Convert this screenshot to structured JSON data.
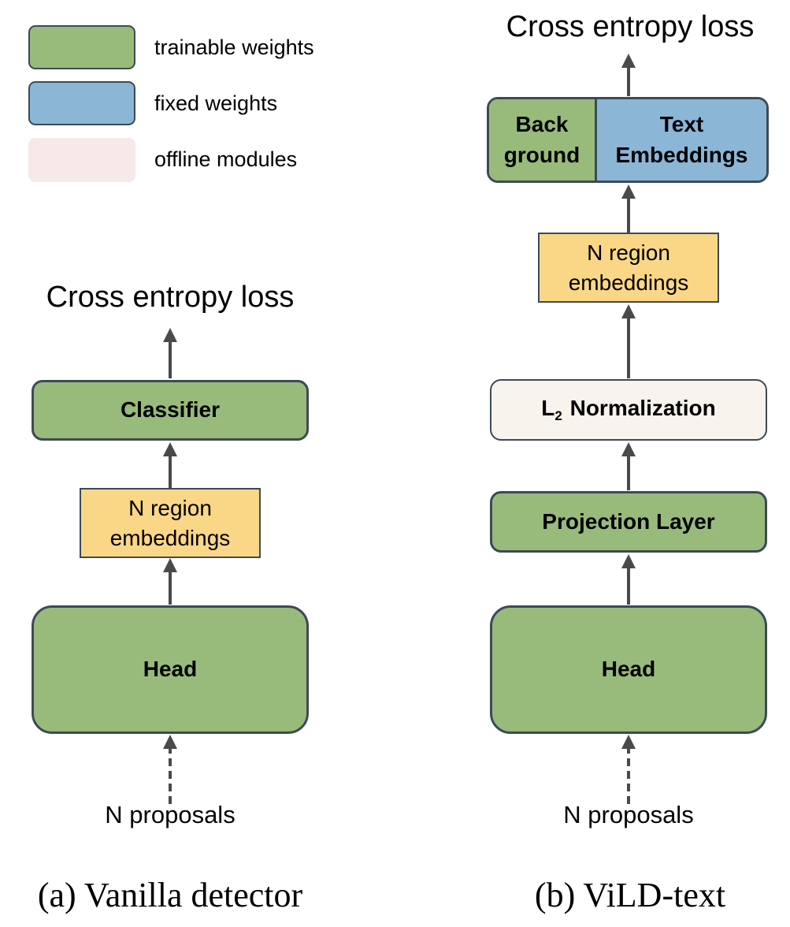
{
  "colors": {
    "trainable": "#98bb7b",
    "fixed": "#8bb6d6",
    "offline": "#f6e9e7",
    "embedding": "#fad787",
    "normalization": "#f8f3ec",
    "border": "#3c4a57",
    "arrow": "#4a4a4a"
  },
  "legend": {
    "trainable_label": "trainable weights",
    "fixed_label": "fixed weights",
    "offline_label": "offline modules"
  },
  "panel_a": {
    "loss_label": "Cross entropy loss",
    "classifier_label": "Classifier",
    "embeddings_line1": "N region",
    "embeddings_line2": "embeddings",
    "head_label": "Head",
    "proposals_label": "N proposals",
    "caption": "(a) Vanilla detector"
  },
  "panel_b": {
    "loss_label": "Cross entropy loss",
    "background_line1": "Back",
    "background_line2": "ground",
    "text_embeddings_line1": "Text",
    "text_embeddings_line2": "Embeddings",
    "embeddings_line1": "N region",
    "embeddings_line2": "embeddings",
    "normalization_prefix": "L",
    "normalization_subscript": "2",
    "normalization_label": "Normalization",
    "projection_label": "Projection Layer",
    "head_label": "Head",
    "proposals_label": "N proposals",
    "caption": "(b) ViLD-text"
  }
}
